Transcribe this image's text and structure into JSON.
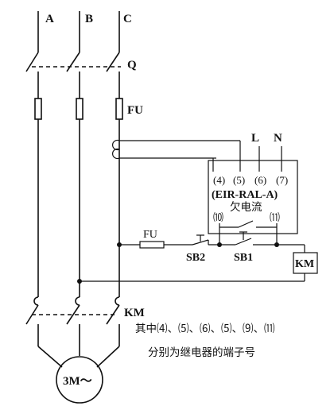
{
  "labels": {
    "phase_a": "A",
    "phase_b": "B",
    "phase_c": "C",
    "switch_q": "Q",
    "fuse_main": "FU",
    "line_l": "L",
    "line_n": "N",
    "terminal_4": "(4)",
    "terminal_5": "(5)",
    "terminal_6": "(6)",
    "terminal_7": "(7)",
    "relay_model": "(EIR-RAL-A)",
    "relay_type": "欠电流",
    "terminal_10": "⑽",
    "terminal_11": "⑾",
    "fuse_control": "FU",
    "button_sb2": "SB2",
    "button_sb1": "SB1",
    "coil_km": "KM",
    "contactor_km": "KM",
    "motor": "3M～"
  },
  "note": {
    "line1": "其中⑷、⑸、⑹、⑸、⑼、⑾",
    "line2": "分别为继电器的端子号"
  }
}
